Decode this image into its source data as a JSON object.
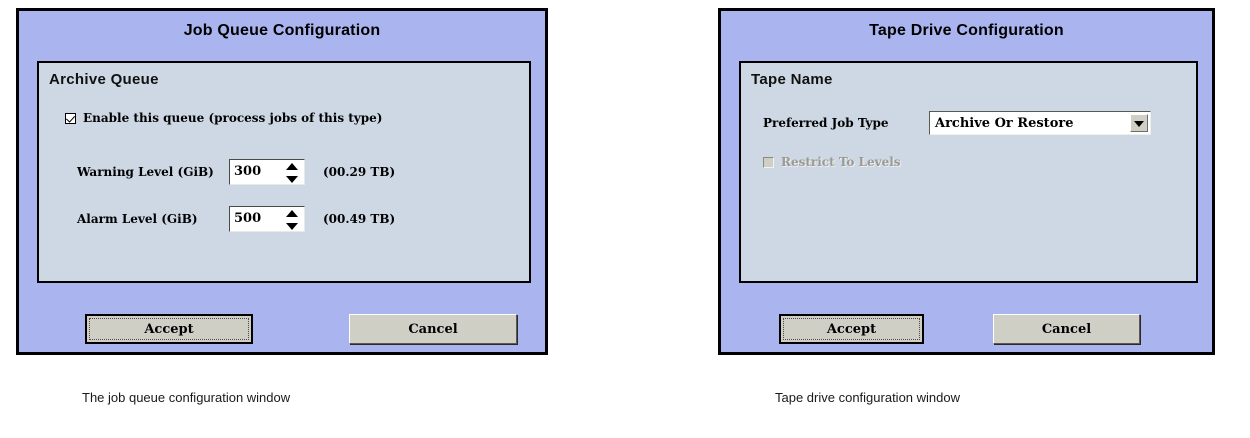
{
  "dialogs": [
    {
      "id": "job-queue",
      "title": "Job Queue Configuration",
      "group_label": "Archive Queue",
      "enable_checkbox": {
        "label": "Enable this queue (process jobs of this type)",
        "checked": true
      },
      "fields": [
        {
          "label": "Warning Level (GiB)",
          "value": "300",
          "suffix": "(00.29 TB)"
        },
        {
          "label": "Alarm Level (GiB)",
          "value": "500",
          "suffix": "(00.49 TB)"
        }
      ],
      "buttons": {
        "accept": "Accept",
        "cancel": "Cancel"
      },
      "caption": "The job queue configuration window"
    },
    {
      "id": "tape-drive",
      "title": "Tape Drive Configuration",
      "group_label": "Tape Name",
      "dropdown": {
        "label": "Preferred Job Type",
        "value": "Archive Or Restore",
        "options": [
          "Archive Or Restore"
        ]
      },
      "restrict_checkbox": {
        "label": "Restrict To Levels",
        "checked": false,
        "disabled": true
      },
      "buttons": {
        "accept": "Accept",
        "cancel": "Cancel"
      },
      "caption": "Tape drive configuration window"
    }
  ],
  "colors": {
    "window_background": "#aab4ee",
    "panel_background": "#ced8e4",
    "button_face": "#cfcfc6",
    "border": "#000000",
    "page_background": "#ffffff",
    "disabled_text": "#9a9a96"
  }
}
